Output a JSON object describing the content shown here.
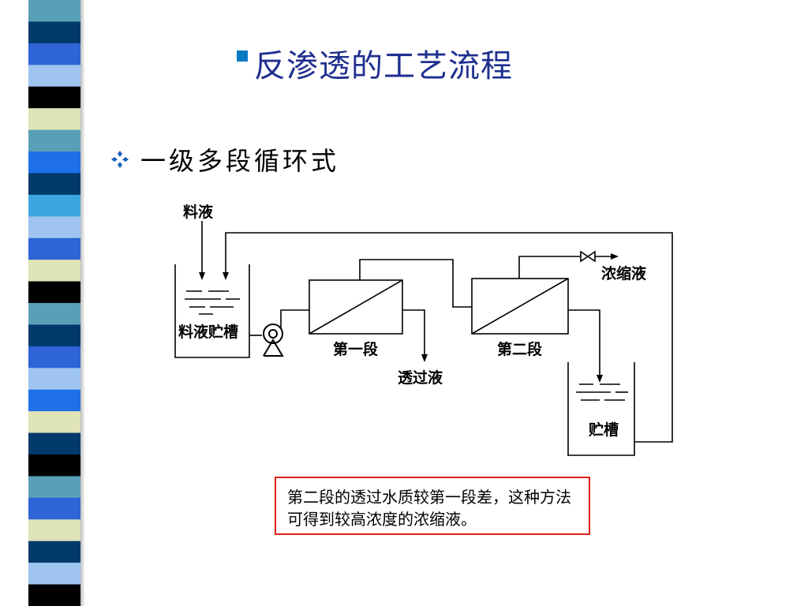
{
  "slide": {
    "title": "反渗透的工艺流程",
    "subtitle": "一级多段循环式",
    "title_bullet_color": "#0b79c3",
    "subtitle_bullet_icon": "diamond-four-icon",
    "subtitle_bullet_color": "#1a5fb4"
  },
  "decoration": {
    "strip_colors": [
      "#5a9fb8",
      "#003a6b",
      "#2e64d6",
      "#9ec4ef",
      "#000000",
      "#dfe3b8",
      "#5a9fb8",
      "#1f6fe6",
      "#003a6b",
      "#3da6e0",
      "#9ec4ef",
      "#2e64d6",
      "#dfe3b8",
      "#000000",
      "#5a9fb8",
      "#003a6b",
      "#2e64d6",
      "#9ec4ef",
      "#1f6fe6",
      "#dfe3b8",
      "#003a6b",
      "#000000",
      "#5a9fb8",
      "#2e64d6",
      "#dfe3b8",
      "#003a6b",
      "#9ec4ef",
      "#000000"
    ]
  },
  "diagram": {
    "feed_label": "料液",
    "feed_tank_label": "料液贮槽",
    "stage1_label": "第一段",
    "stage2_label": "第二段",
    "permeate_label": "透过液",
    "concentrate_label": "浓缩液",
    "storage_tank_label": "贮槽",
    "pump_icon": "pump-icon",
    "valve_icon": "valve-icon"
  },
  "note": {
    "text": "第二段的透过水质较第一段差，这种方法可得到较高浓度的浓缩液。",
    "border_color": "#e0201a"
  }
}
